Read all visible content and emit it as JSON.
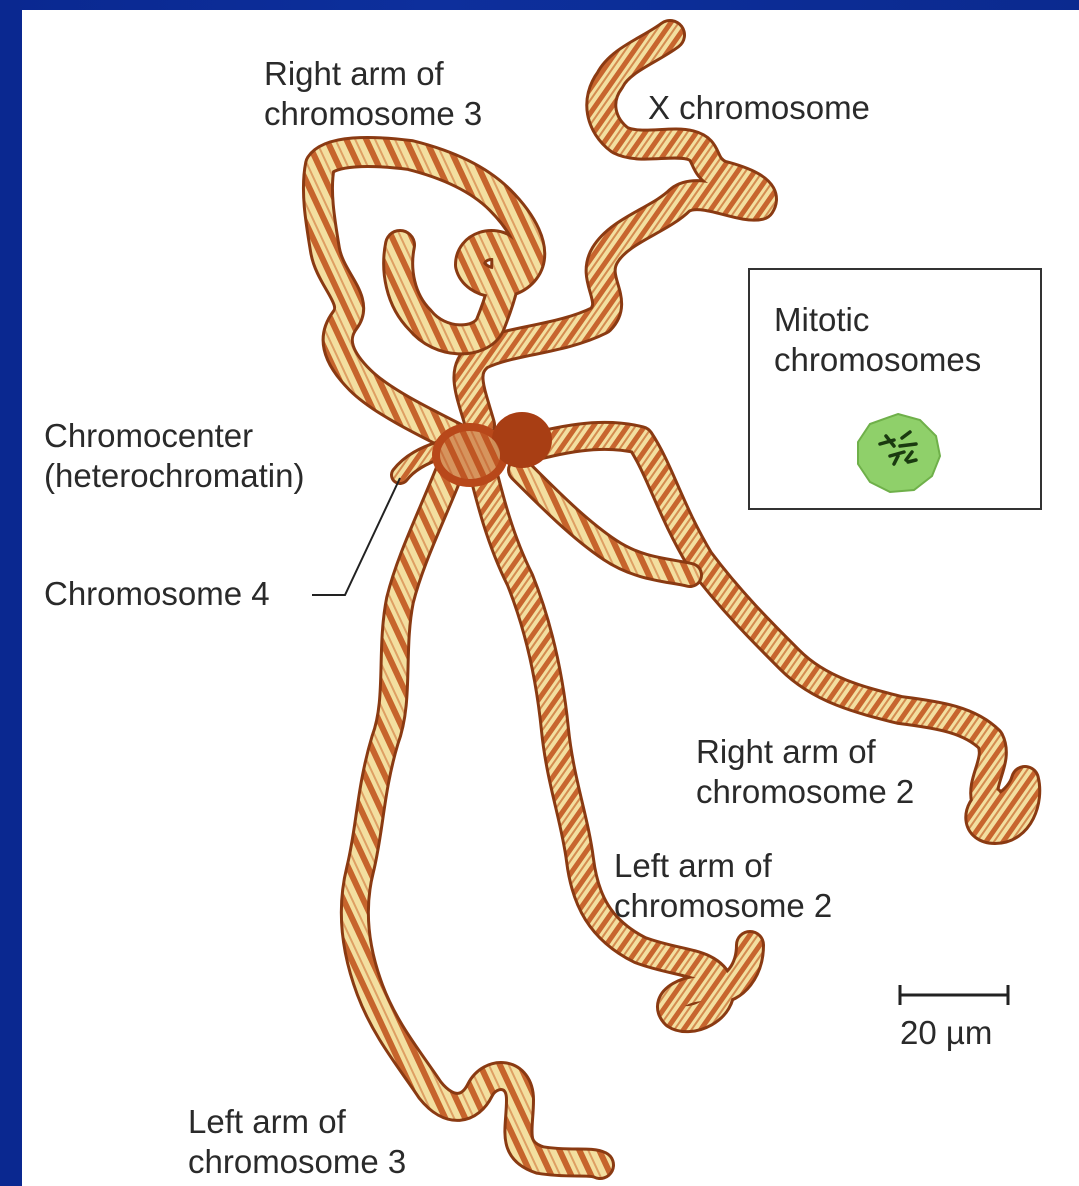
{
  "labels": {
    "right_arm_3": [
      "Right arm of",
      "chromosome 3"
    ],
    "x_chromosome": [
      "X chromosome"
    ],
    "chromocenter": [
      "Chromocenter",
      "(heterochromatin)"
    ],
    "chromosome_4": [
      "Chromosome 4"
    ],
    "right_arm_2": [
      "Right arm of",
      "chromosome 2"
    ],
    "left_arm_2": [
      "Left arm of",
      "chromosome 2"
    ],
    "left_arm_3": [
      "Left arm of",
      "chromosome 3"
    ]
  },
  "inset": {
    "title": [
      "Mitotic",
      "chromosomes"
    ]
  },
  "scale_bar": {
    "label": "20 µm"
  },
  "colors": {
    "background": "#0b2a8f",
    "chromosome_fill": "#f3dfa0",
    "chromosome_band": "#c0501a",
    "chromocenter": "#b8481a",
    "nucleus_green": "#8fd06a"
  }
}
